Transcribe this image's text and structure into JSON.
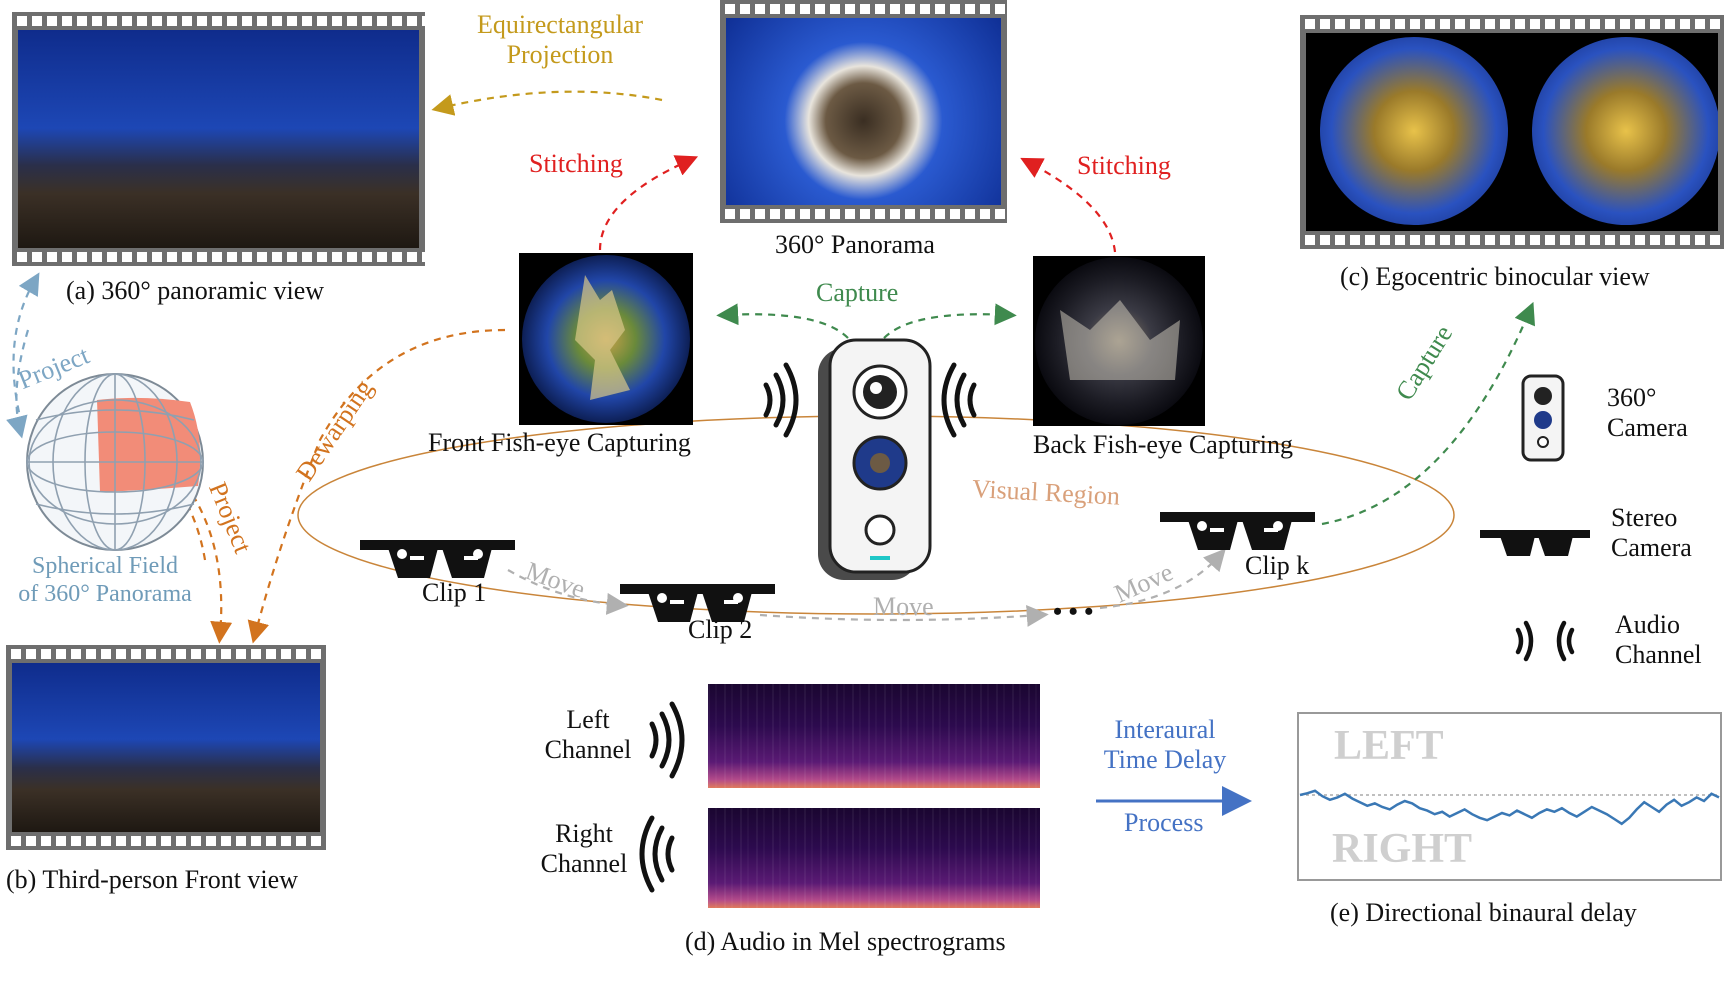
{
  "labels": {
    "panoramic_view": "(a) 360° panoramic view",
    "front_view": "(b) Third-person Front view",
    "egocentric_view": "(c) Egocentric binocular view",
    "audio_mel": "(d) Audio in Mel spectrograms",
    "binaural_delay": "(e) Directional binaural delay",
    "panorama": "360° Panorama",
    "equirect_line1": "Equirectangular",
    "equirect_line2": "Projection",
    "stitching_left": "Stitching",
    "stitching_right": "Stitching",
    "capture_top": "Capture",
    "capture_right": "Capture",
    "front_fisheye": "Front Fish-eye Capturing",
    "back_fisheye": "Back Fish-eye Capturing",
    "project_top": "Project",
    "project_sphere": "Project",
    "dewarping": "Dewarping",
    "sphere_line1": "Spherical Field",
    "sphere_line2": "of 360° Panorama",
    "visual_region": "Visual Region",
    "clip1": "Clip 1",
    "clip2": "Clip 2",
    "clipk": "Clip k",
    "move1": "Move",
    "move2": "Move",
    "move3": "Move",
    "ellipsis": "• • •",
    "left_line1": "Left",
    "left_line2": "Channel",
    "right_line1": "Right",
    "right_line2": "Channel",
    "itd_line1": "Interaural",
    "itd_line2": "Time Delay",
    "process": "Process",
    "left_word": "LEFT",
    "right_word": "RIGHT",
    "legend_camera_1": "360°",
    "legend_camera_2": "Camera",
    "legend_stereo_1": "Stereo",
    "legend_stereo_2": "Camera",
    "legend_audio_1": "Audio",
    "legend_audio_2": "Channel"
  },
  "colors": {
    "equirect": "#c49a1c",
    "stitching": "#e02020",
    "capture": "#3f8a4e",
    "project": "#7da6c4",
    "dewarping": "#d2731e",
    "ellipse": "#c9853a",
    "move": "#b0b0b0",
    "itd": "#4472c4",
    "waveform": "#3a78b5"
  },
  "binaural_delay_series": [
    0.0,
    0.15,
    0.35,
    -0.1,
    -0.4,
    -0.2,
    0.1,
    -0.3,
    -0.6,
    -0.9,
    -0.7,
    -1.0,
    -1.2,
    -0.8,
    -0.5,
    -0.7,
    -1.1,
    -1.3,
    -1.6,
    -1.4,
    -1.8,
    -1.5,
    -1.2,
    -1.6,
    -1.9,
    -2.1,
    -1.8,
    -1.5,
    -1.7,
    -1.3,
    -1.6,
    -1.9,
    -1.5,
    -1.2,
    -1.4,
    -1.1,
    -1.5,
    -1.8,
    -1.4,
    -1.0,
    -1.3,
    -1.6,
    -2.0,
    -2.4,
    -1.9,
    -1.2,
    -0.6,
    -1.0,
    -1.4,
    -0.8,
    -0.4,
    -0.9,
    -0.6,
    -0.2,
    -0.5,
    0.1,
    -0.2
  ]
}
